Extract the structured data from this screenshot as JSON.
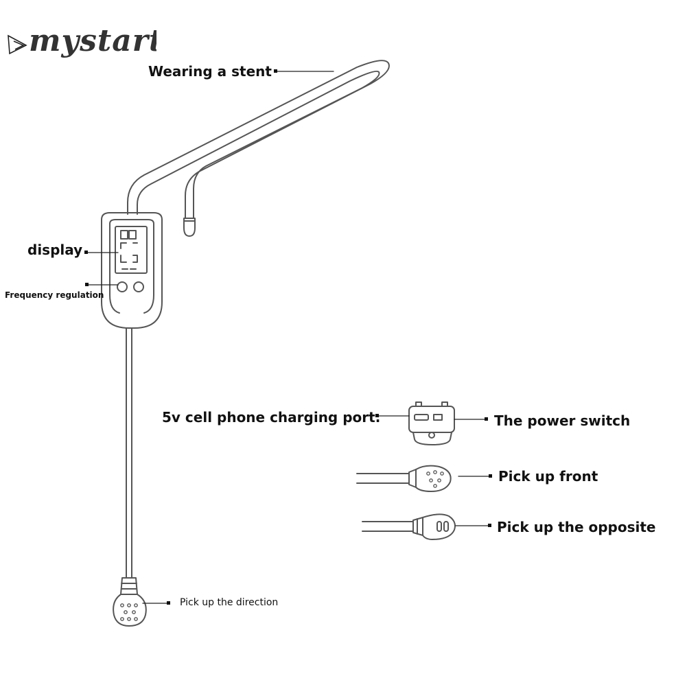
{
  "brand": {
    "name": "mystart"
  },
  "labels": {
    "wearing_stent": "Wearing a stent",
    "display": "display",
    "frequency_regulation": "Frequency regulation",
    "charging_port": "5v cell phone charging port.",
    "power_switch": "The power switch",
    "pick_up_front": "Pick up front",
    "pick_up_opposite": "Pick up the opposite",
    "pick_up_direction": "Pick up the direction"
  }
}
